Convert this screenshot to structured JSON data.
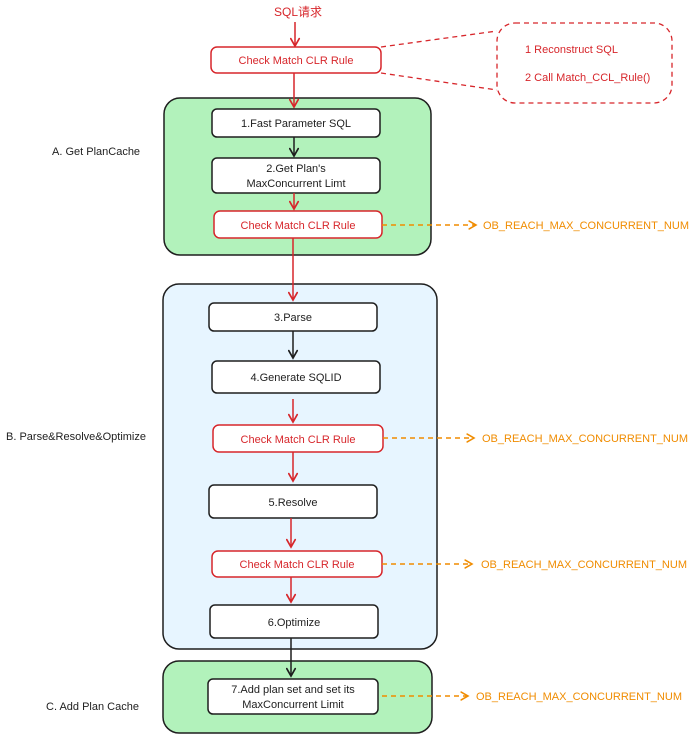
{
  "title": "SQL请求",
  "check_rule_label": "Check Match CLR Rule",
  "note": {
    "line1": "1 Reconstruct SQL",
    "line2": "2 Call Match_CCL_Rule()"
  },
  "sections": {
    "a": "A. Get PlanCache",
    "b": "B. Parse&Resolve&Optimize",
    "c": "C. Add Plan Cache"
  },
  "steps": {
    "s1": "1.Fast Parameter SQL",
    "s2_line1": "2.Get Plan's",
    "s2_line2": "MaxConcurrent Limt",
    "s3": "3.Parse",
    "s4": "4.Generate SQLID",
    "s5": "5.Resolve",
    "s6": "6.Optimize",
    "s7_line1": "7.Add plan set and set its",
    "s7_line2": "MaxConcurrent Limit"
  },
  "error_code": "OB_REACH_MAX_CONCURRENT_NUM",
  "colors": {
    "red": "#d7262b",
    "orange": "#f08c00",
    "green_fill": "#b2f2bb",
    "blue_fill": "#e7f5ff",
    "box_fill": "#ffffff",
    "stroke": "#1e1e1e"
  }
}
